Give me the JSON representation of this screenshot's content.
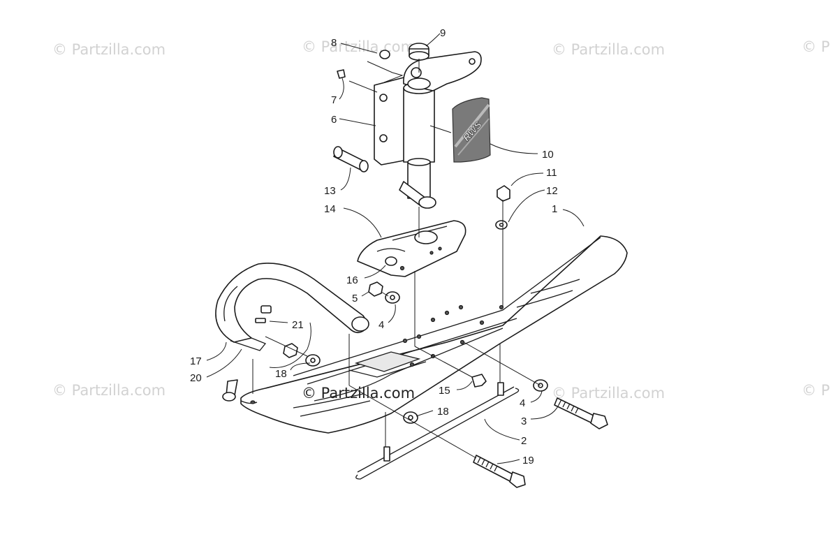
{
  "watermarks": [
    "© Partzilla.com",
    "© Partzilla.com",
    "© Partzilla.com",
    "© P",
    "© Partzilla.com",
    "© Partzilla.com",
    "© P"
  ],
  "center_watermark": "© Partzilla.com",
  "logo_text": "RWS",
  "callouts": [
    {
      "id": "c-9",
      "number": "9"
    },
    {
      "id": "c-8",
      "number": "8"
    },
    {
      "id": "c-7",
      "number": "7"
    },
    {
      "id": "c-6",
      "number": "6"
    },
    {
      "id": "c-10",
      "number": "10"
    },
    {
      "id": "c-11",
      "number": "11"
    },
    {
      "id": "c-12",
      "number": "12"
    },
    {
      "id": "c-1",
      "number": "1"
    },
    {
      "id": "c-13",
      "number": "13"
    },
    {
      "id": "c-14",
      "number": "14"
    },
    {
      "id": "c-16",
      "number": "16"
    },
    {
      "id": "c-5",
      "number": "5"
    },
    {
      "id": "c-4a",
      "number": "4"
    },
    {
      "id": "c-21",
      "number": "21"
    },
    {
      "id": "c-17",
      "number": "17"
    },
    {
      "id": "c-18a",
      "number": "18"
    },
    {
      "id": "c-20",
      "number": "20"
    },
    {
      "id": "c-15",
      "number": "15"
    },
    {
      "id": "c-4b",
      "number": "4"
    },
    {
      "id": "c-18b",
      "number": "18"
    },
    {
      "id": "c-3",
      "number": "3"
    },
    {
      "id": "c-2",
      "number": "2"
    },
    {
      "id": "c-19",
      "number": "19"
    }
  ]
}
